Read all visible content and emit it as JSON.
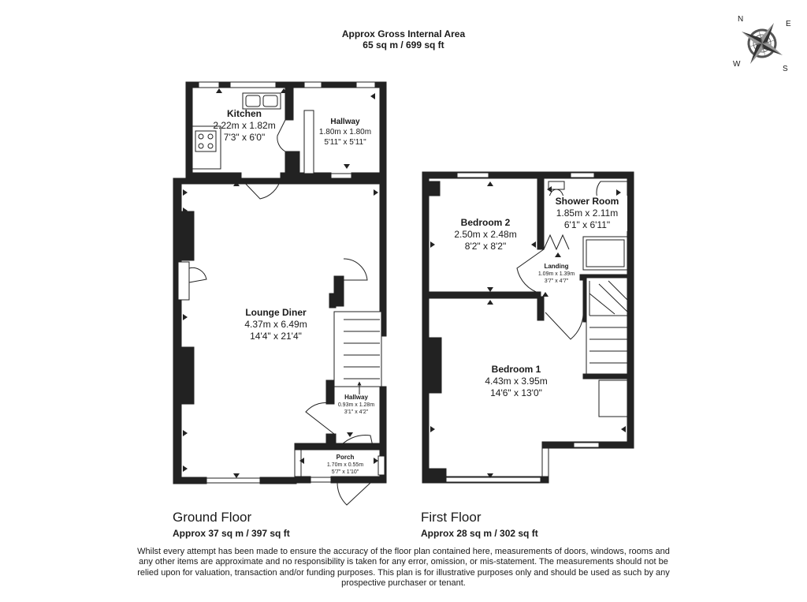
{
  "header": {
    "title": "Approx Gross Internal Area",
    "area": "65 sq m / 699 sq ft"
  },
  "compass": {
    "n": "N",
    "e": "E",
    "s": "S",
    "w": "W"
  },
  "ground_floor": {
    "title": "Ground Floor",
    "area": "Approx 37 sq m / 397 sq ft",
    "rooms": {
      "kitchen": {
        "name": "Kitchen",
        "metric": "2.22m x 1.82m",
        "imperial": "7'3\" x 6'0\""
      },
      "hallway_top": {
        "name": "Hallway",
        "metric": "1.80m x 1.80m",
        "imperial": "5'11\" x 5'11\""
      },
      "lounge": {
        "name": "Lounge Diner",
        "metric": "4.37m x 6.49m",
        "imperial": "14'4\" x 21'4\""
      },
      "hallway_small": {
        "name": "Hallway",
        "metric": "0.93m x 1.28m",
        "imperial": "3'1\" x 4'2\""
      },
      "porch": {
        "name": "Porch",
        "metric": "1.70m x 0.55m",
        "imperial": "5'7\" x 1'10\""
      }
    }
  },
  "first_floor": {
    "title": "First Floor",
    "area": "Approx 28 sq m / 302 sq ft",
    "rooms": {
      "bedroom2": {
        "name": "Bedroom 2",
        "metric": "2.50m x 2.48m",
        "imperial": "8'2\" x 8'2\""
      },
      "shower": {
        "name": "Shower Room",
        "metric": "1.85m x 2.11m",
        "imperial": "6'1\" x 6'11\""
      },
      "landing": {
        "name": "Landing",
        "metric": "1.09m x 1.39m",
        "imperial": "3'7\" x 4'7\""
      },
      "bedroom1": {
        "name": "Bedroom 1",
        "metric": "4.43m x 3.95m",
        "imperial": "14'6\" x 13'0\""
      }
    }
  },
  "disclaimer": "Whilst every attempt has been made to ensure the accuracy of the floor plan contained here, measurements of doors, windows, rooms and any other items are approximate and no responsibility is taken for any error, omission, or mis-statement. The measurements should not be relied upon for valuation, transaction and/or funding purposes. This plan is for illustrative purposes only and should be used as such by any prospective purchaser or tenant."
}
